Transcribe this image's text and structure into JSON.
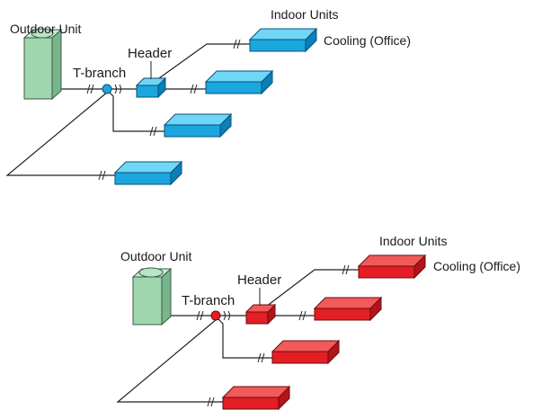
{
  "diagrams": [
    {
      "id": "blue",
      "outdoor_label": "Outdoor Unit",
      "tbranch_label": "T-branch",
      "header_label": "Header",
      "indoor_label": "Indoor Units",
      "cooling_label": "Cooling (Office)",
      "unit_colors": {
        "top": "#6fd6f6",
        "front": "#1aa7df",
        "side": "#0b7fb7",
        "edge": "#0a4f78"
      },
      "node_color": "#1aa7df"
    },
    {
      "id": "red",
      "outdoor_label": "Outdoor Unit",
      "tbranch_label": "T-branch",
      "header_label": "Header",
      "indoor_label": "Indoor Units",
      "cooling_label": "Cooling (Office)",
      "unit_colors": {
        "top": "#f05a5a",
        "front": "#e31e24",
        "side": "#b3141a",
        "edge": "#6e0b0e"
      },
      "node_color": "#e31e24"
    }
  ],
  "outdoor_colors": {
    "body": "#9fd6ae",
    "top": "#c8ecd2",
    "side": "#78b58c",
    "cap": "#b9e4c6",
    "edge": "#3a5a45"
  }
}
